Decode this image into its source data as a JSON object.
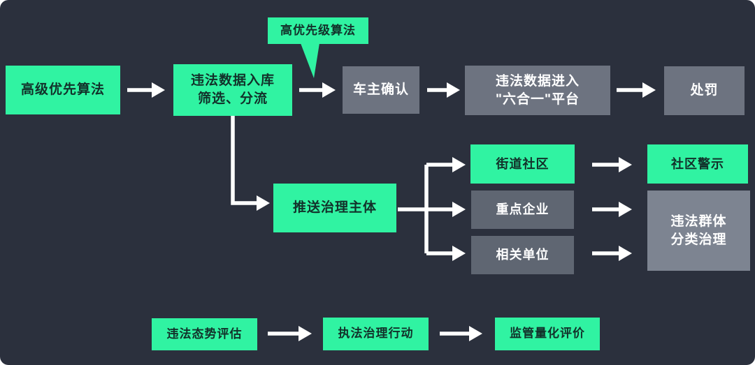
{
  "palette": {
    "page": "#ffffff",
    "background": "#2b303d",
    "green": "#30f3a2",
    "gray_medium": "#6d7380",
    "gray_deep": "#5f6672",
    "gray_light": "#7d8491",
    "ink_on_green": "#12312a",
    "ink_on_gray": "#ffffff",
    "arrow_white": "#ffffff"
  },
  "callout": {
    "label": "高优先级算法"
  },
  "nodes": {
    "advanced_priority": {
      "label": "高级优先算法"
    },
    "data_intake": {
      "line1": "违法数据入库",
      "line2": "筛选、分流"
    },
    "owner_confirm": {
      "label": "车主确认"
    },
    "platform": {
      "line1": "违法数据进入",
      "line2": "\"六合一\"平台"
    },
    "punishment": {
      "label": "处罚"
    },
    "push_governance": {
      "label": "推送治理主体"
    },
    "street_community": {
      "label": "街道社区"
    },
    "key_enterprises": {
      "label": "重点企业"
    },
    "related_units": {
      "label": "相关单位"
    },
    "community_warning": {
      "label": "社区警示"
    },
    "group_governance": {
      "line1": "违法群体",
      "line2": "分类治理"
    },
    "situation_assessment": {
      "label": "违法态势评估"
    },
    "enforcement_action": {
      "label": "执法治理行动"
    },
    "quantitative_evaluation": {
      "label": "监管量化评价"
    }
  }
}
